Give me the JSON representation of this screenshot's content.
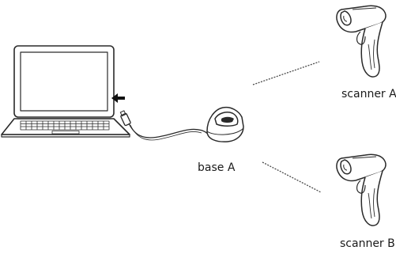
{
  "diagram": {
    "labels": {
      "scanner_a": "scanner A",
      "base_a": "base A",
      "scanner_b": "scanner B"
    },
    "icons": [
      "laptop-icon",
      "arrow-left-icon",
      "usb-cable-icon",
      "charging-base-icon",
      "barcode-scanner-icon"
    ],
    "colors": {
      "stroke": "#2a2a2a",
      "label": "#1a1a1a",
      "background": "#ffffff"
    }
  }
}
